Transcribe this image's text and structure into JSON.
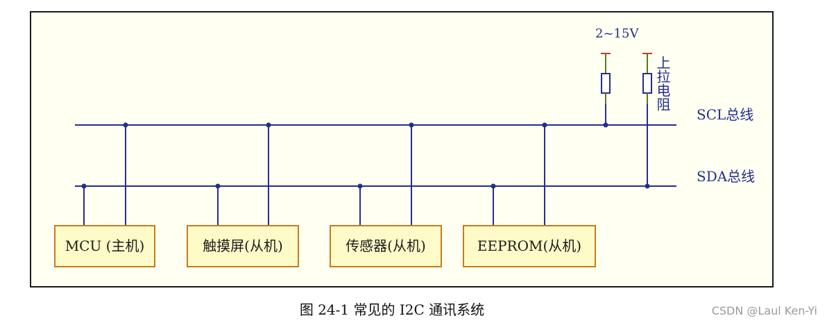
{
  "diagram": {
    "buses": {
      "scl": "SCL总线",
      "sda": "SDA总线"
    },
    "supply": "2~15V",
    "pullup": "上拉电阻",
    "devices": [
      "MCU (主机)",
      "触摸屏(从机)",
      "传感器(从机)",
      "EEPROM(从机)"
    ]
  },
  "caption": "图 24-1 常见的 I2C 通讯系统",
  "watermark": "CSDN @Laul Ken-Yi"
}
